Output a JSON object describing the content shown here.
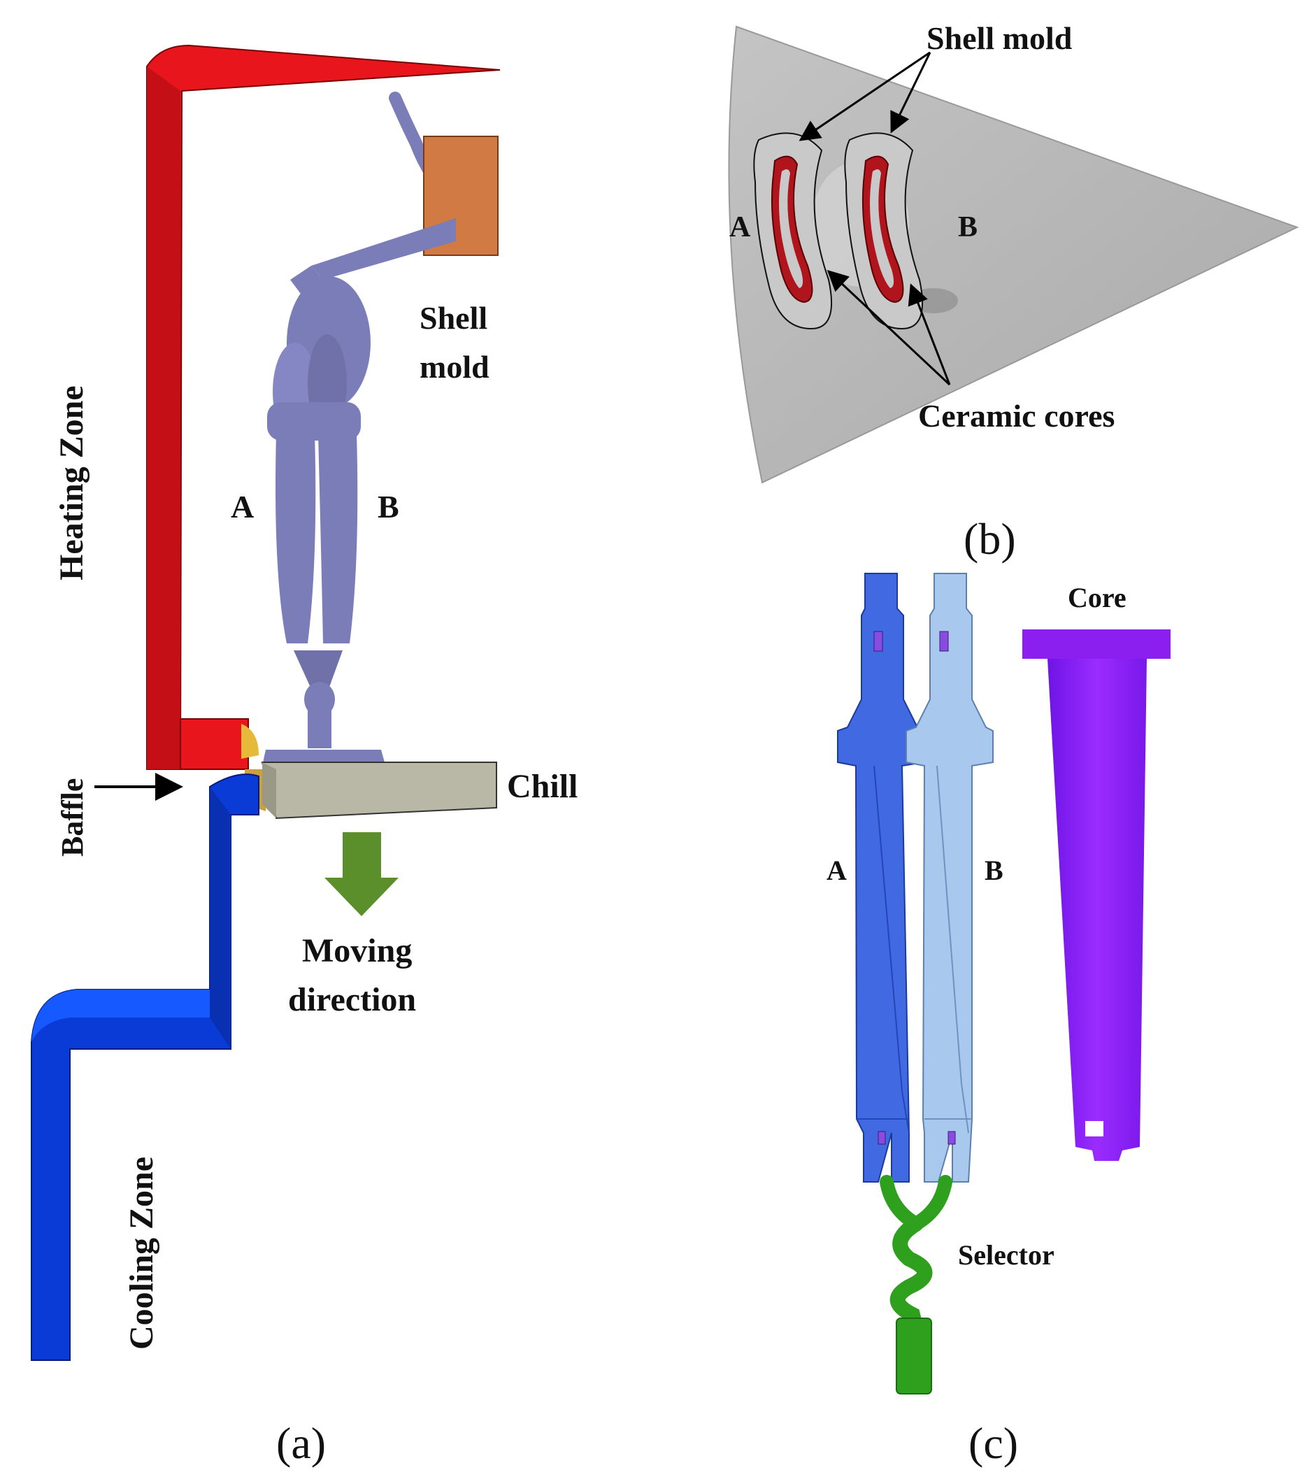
{
  "panel_a": {
    "caption": "(a)",
    "heating_zone": "Heating Zone",
    "cooling_zone": "Cooling Zone",
    "baffle": "Baffle",
    "shell_mold_line1": "Shell",
    "shell_mold_line2": "mold",
    "label_a": "A",
    "label_b": "B",
    "chill": "Chill",
    "moving_line1": "Moving",
    "moving_line2": "direction"
  },
  "panel_b": {
    "caption": "(b)",
    "shell_mold": "Shell mold",
    "ceramic_cores": "Ceramic cores",
    "label_a": "A",
    "label_b": "B"
  },
  "panel_c": {
    "caption": "(c)",
    "core": "Core",
    "selector": "Selector",
    "label_a": "A",
    "label_b": "B"
  },
  "colors": {
    "heating": "#e8151c",
    "cooling": "#0b3bd6",
    "shell": "#7b7db8",
    "chill": "#b9b8a6",
    "arrow": "#5a8f2c",
    "fan": "#b8b8b8",
    "core_red": "#b0141c",
    "blade_a": "#4169e1",
    "blade_b": "#a8c8ee",
    "core_purple": "#8b1ff0",
    "selector": "#2ea01e"
  }
}
